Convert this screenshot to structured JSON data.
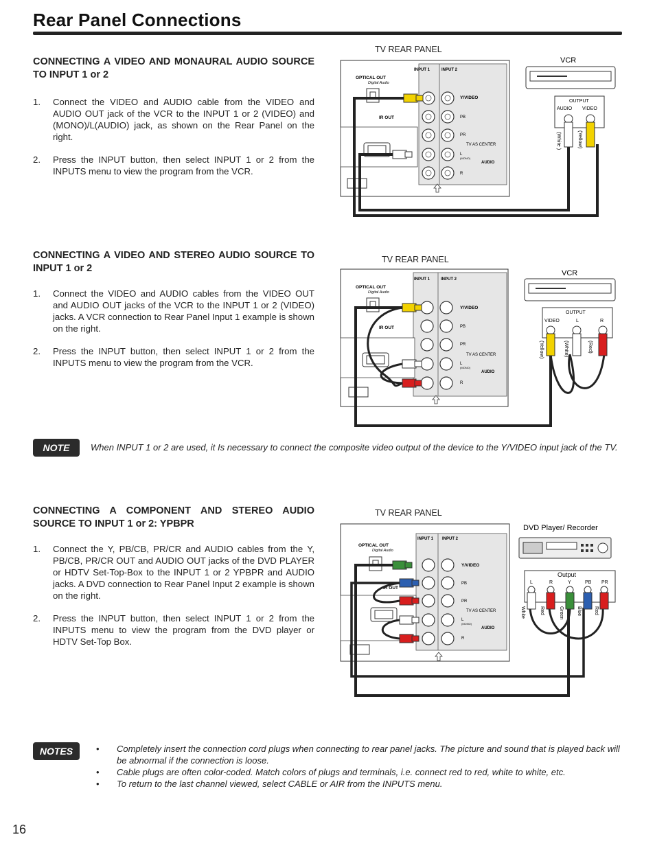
{
  "page_title": "Rear Panel Connections",
  "page_number": "16",
  "section1": {
    "title": "CONNECTING A VIDEO AND MONAURAL AUDIO SOURCE TO INPUT 1 or 2",
    "steps": [
      {
        "num": "1.",
        "text": "Connect the VIDEO and AUDIO cable from the VIDEO and AUDIO OUT jack of the VCR to the INPUT 1 or 2 (VIDEO) and (MONO)/L(AUDIO) jack, as shown on the Rear Panel on the right."
      },
      {
        "num": "2.",
        "text": "Press the INPUT button, then select INPUT 1 or 2 from the INPUTS menu to view the program from the VCR."
      }
    ]
  },
  "section2": {
    "title": "CONNECTING A VIDEO AND STEREO AUDIO SOURCE TO INPUT 1 or 2",
    "steps": [
      {
        "num": "1.",
        "text": "Connect the VIDEO and AUDIO cables from the VIDEO OUT and AUDIO OUT jacks of the VCR to the INPUT 1 or 2 (VIDEO) jacks. A VCR connection to Rear Panel Input 1 example is shown on the right."
      },
      {
        "num": "2.",
        "text": "Press the INPUT button, then select INPUT 1 or 2 from the INPUTS menu to view the program from the VCR."
      }
    ]
  },
  "note": {
    "badge": "NOTE",
    "text": "When INPUT 1 or 2 are used, it Is necessary to connect the composite video output of the device to the Y/VIDEO input jack of the TV."
  },
  "section3": {
    "title": "CONNECTING A COMPONENT AND STEREO AUDIO SOURCE TO INPUT 1 or 2: YPBPR",
    "steps": [
      {
        "num": "1.",
        "text": "Connect the Y, PB/CB, PR/CR and AUDIO cables from the Y, PB/CB, PR/CR OUT and AUDIO OUT jacks of the DVD PLAYER or HDTV Set-Top-Box to the INPUT 1 or 2 YPBPR and AUDIO jacks. A DVD connection to Rear Panel Input 2 example is shown on the right."
      },
      {
        "num": "2.",
        "text": "Press the INPUT button, then select INPUT 1 or 2 from the INPUTS menu to view the program from the DVD player or HDTV Set-Top Box."
      }
    ]
  },
  "notes": {
    "badge": "NOTES",
    "items": [
      {
        "bullet": "•",
        "text": "Completely insert the connection cord plugs when connecting to rear panel jacks. The picture and sound that is played back will be abnormal if the connection is loose."
      },
      {
        "bullet": "•",
        "text": "Cable plugs are often color-coded. Match colors of plugs and terminals, i.e. connect red to red, white to white, etc."
      },
      {
        "bullet": "•",
        "text": "To return to the last channel viewed, select CABLE or AIR from the INPUTS menu."
      }
    ]
  },
  "panel_labels": {
    "tv_rear_panel": "TV REAR PANEL",
    "optical_out": "OPTICAL OUT",
    "digital_audio": "Digital Audio",
    "ir_out": "IR OUT",
    "input1": "INPUT 1",
    "input2": "INPUT 2",
    "y_video": "Y/VIDEO",
    "pb": "PB",
    "pr": "PR",
    "tv_as_center": "TV AS CENTER",
    "l": "L",
    "mono": "(MONO)",
    "audio": "AUDIO",
    "r": "R"
  },
  "diagram1": {
    "device": "VCR",
    "output": "OUTPUT",
    "jack_labels": [
      "AUDIO",
      "VIDEO"
    ],
    "cable_colors": [
      "(White )",
      "(Yellow)"
    ]
  },
  "diagram2": {
    "device": "VCR",
    "output": "OUTPUT",
    "jack_labels": [
      "VIDEO",
      "L",
      "R"
    ],
    "cable_colors": [
      "(Yellow)",
      "(White)",
      "(Red)"
    ]
  },
  "diagram3": {
    "device": "DVD Player/ Recorder",
    "output": "Output",
    "jack_labels": [
      "L",
      "R",
      "Y",
      "PB",
      "PR"
    ],
    "cable_colors": [
      "White",
      "Red",
      "Green",
      "Blue",
      "Red"
    ]
  },
  "colors": {
    "yellow": "#f2d200",
    "white": "#ffffff",
    "red": "#d81e1e",
    "green": "#3a8f3a",
    "blue": "#2c5fb0",
    "panel_gray": "#e6e6e6",
    "text_dark": "#222222"
  }
}
